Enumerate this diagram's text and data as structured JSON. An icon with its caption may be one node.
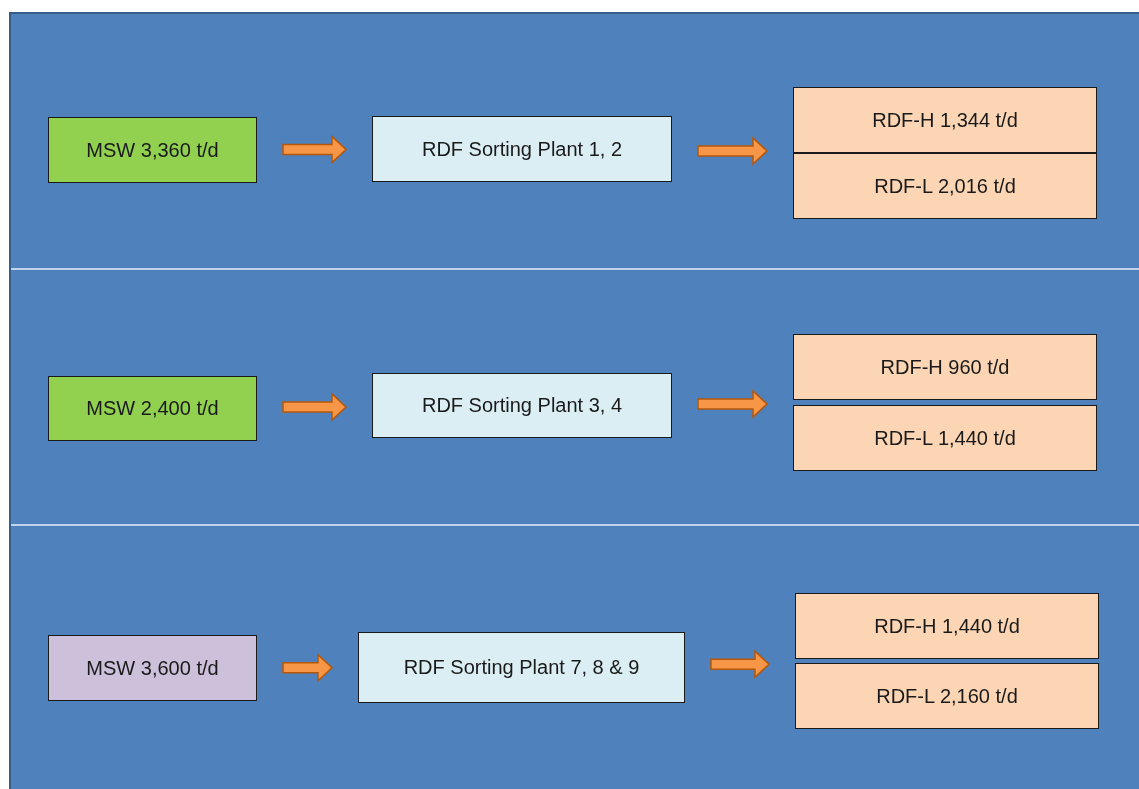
{
  "diagram": {
    "nodes": [
      {
        "text": [
          "MSW 3,360 t/d"
        ]
      },
      {
        "text": [
          "RDF Sorting Plant 1, 2"
        ]
      },
      {
        "text": [
          "RDF-H 1,344 t/d"
        ]
      },
      {
        "text": [
          "RDF-L 2,016 t/d"
        ]
      },
      {
        "text": [
          "MSW 2,400 t/d"
        ]
      },
      {
        "text": [
          "RDF Sorting Plant 3, 4"
        ]
      },
      {
        "text": [
          "RDF-H 960 t/d"
        ]
      },
      {
        "text": [
          "RDF-L 1,440 t/d"
        ]
      },
      {
        "text": [
          "MSW 3,600 t/d"
        ]
      },
      {
        "text": [
          "RDF Sorting Plant 7, 8 & 9"
        ]
      },
      {
        "text": [
          "RDF-H 1,440 t/d"
        ]
      },
      {
        "text": [
          "RDF-L 2,160 t/d"
        ]
      }
    ],
    "edges": [
      {
        "from": 0,
        "to": 1,
        "arrow": "to"
      },
      {
        "from": 1,
        "to": 2,
        "arrow": "to"
      },
      {
        "from": 1,
        "to": 3,
        "arrow": "to"
      },
      {
        "from": 4,
        "to": 5,
        "arrow": "to"
      },
      {
        "from": 5,
        "to": 6,
        "arrow": "to"
      },
      {
        "from": 5,
        "to": 7,
        "arrow": "to"
      },
      {
        "from": 8,
        "to": 9,
        "arrow": "to"
      },
      {
        "from": 9,
        "to": 10,
        "arrow": "to"
      },
      {
        "from": 9,
        "to": 11,
        "arrow": "to"
      }
    ]
  }
}
